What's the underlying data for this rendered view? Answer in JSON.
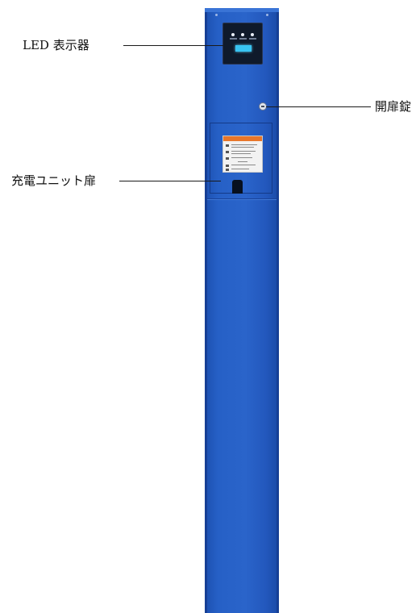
{
  "labels": {
    "led_display": "LED 表示器",
    "key_lock": "開扉錠",
    "unit_door": "充電ユニット扉"
  },
  "colors": {
    "post_blue": "#2660c6",
    "led_screen": "#38c4f2",
    "warning_band": "#e8762a"
  }
}
